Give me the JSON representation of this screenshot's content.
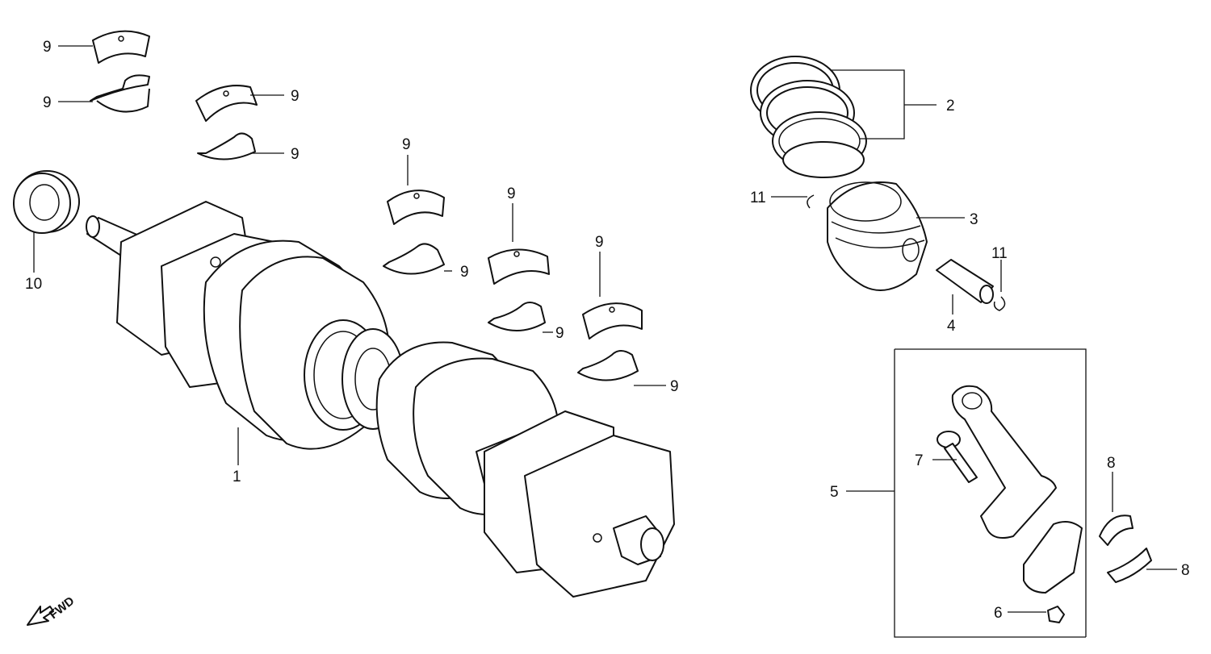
{
  "callouts": {
    "crankshaft": "1",
    "piston_rings": "2",
    "piston": "3",
    "piston_pin": "4",
    "connecting_rod_set": "5",
    "rod_nut": "6",
    "rod_bolt": "7",
    "rod_bearing": "8",
    "main_bearing": "9",
    "oil_seal": "10",
    "pin_clip": "11"
  },
  "direction_label": "FWD"
}
